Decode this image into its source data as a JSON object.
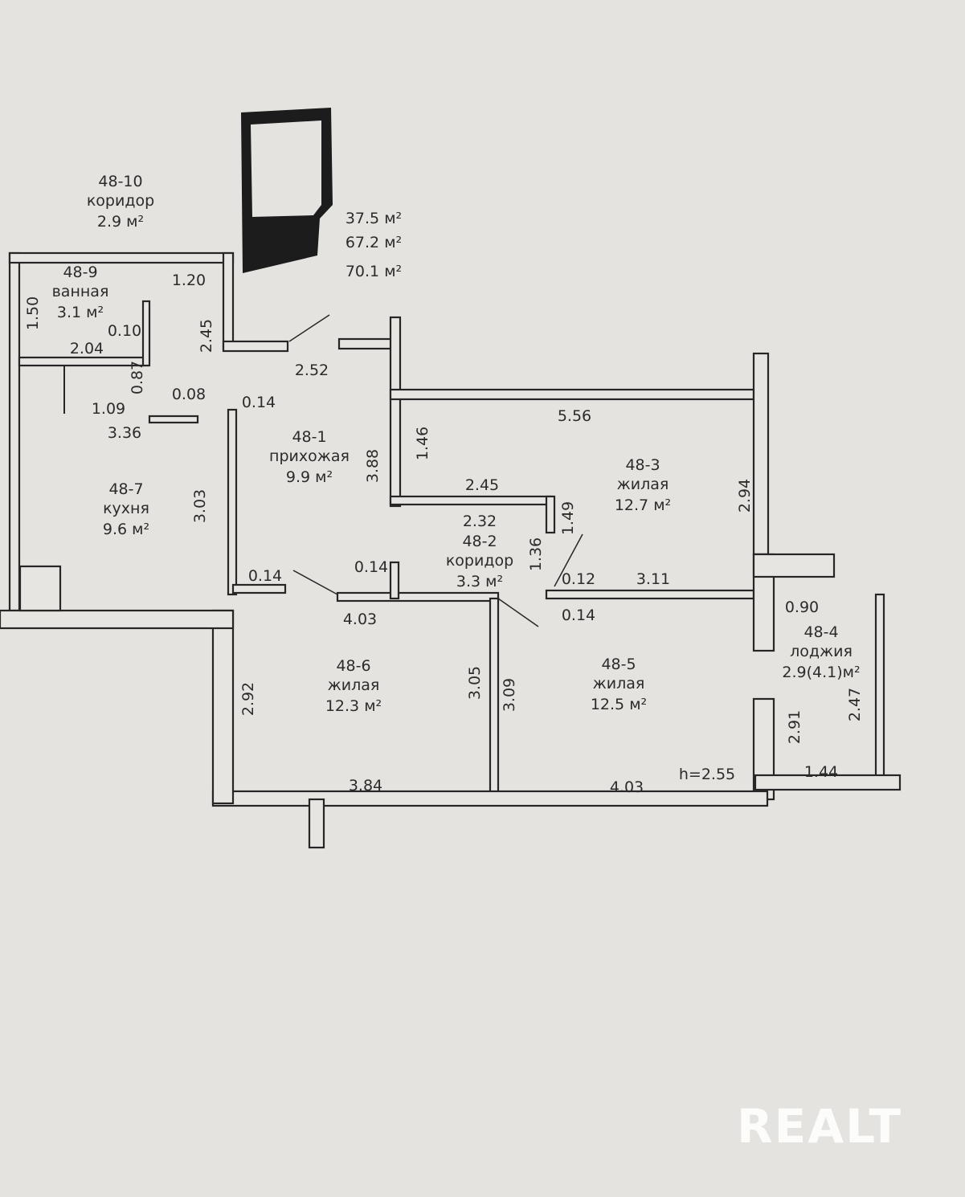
{
  "plan": {
    "total_areas": [
      "37.5 м²",
      "67.2 м²",
      "70.1 м²"
    ],
    "rooms": [
      {
        "id": "48-10",
        "name": "коридор",
        "area": "2.9 м²"
      },
      {
        "id": "48-9",
        "name": "ванная",
        "area": "3.1 м²"
      },
      {
        "id": "48-1",
        "name": "прихожая",
        "area": "9.9 м²"
      },
      {
        "id": "48-3",
        "name": "жилая",
        "area": "12.7 м²"
      },
      {
        "id": "48-2",
        "name": "коридор",
        "area": "3.3 м²"
      },
      {
        "id": "48-7",
        "name": "кухня",
        "area": "9.6 м²"
      },
      {
        "id": "48-4",
        "name": "лоджия",
        "area": "2.9(4.1)м²"
      },
      {
        "id": "48-6",
        "name": "жилая",
        "area": "12.3 м²"
      },
      {
        "id": "48-5",
        "name": "жилая",
        "area": "12.5 м²"
      }
    ],
    "dimensions": [
      "1.20",
      "1.50",
      "0.10",
      "2.04",
      "2.45",
      "2.52",
      "0.87",
      "0.08",
      "1.09",
      "3.36",
      "0.14",
      "3.88",
      "1.46",
      "5.56",
      "2.94",
      "2.45",
      "2.32",
      "1.49",
      "1.36",
      "3.03",
      "0.14",
      "0.14",
      "4.03",
      "0.12",
      "3.11",
      "0.14",
      "0.90",
      "3.05",
      "3.09",
      "2.92",
      "2.91",
      "2.47",
      "3.84",
      "4.03",
      "1.44"
    ],
    "ceiling_height": "h=2.55"
  },
  "watermark": "REALT"
}
